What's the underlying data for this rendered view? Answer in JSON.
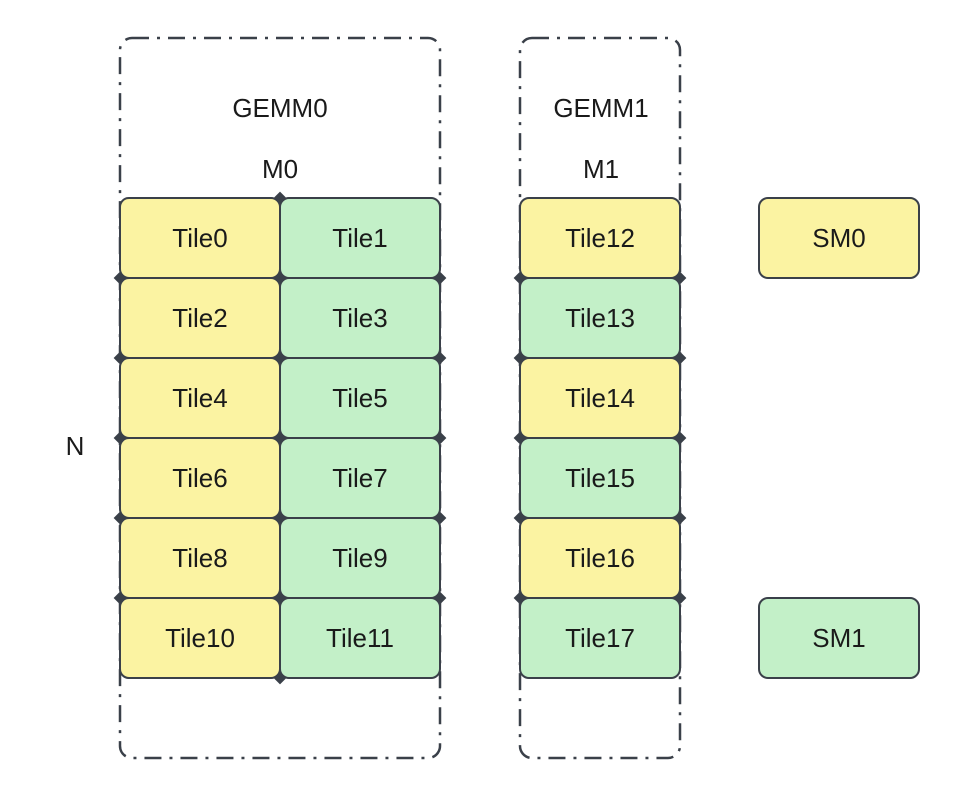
{
  "palette": {
    "yellow": "#FBF3A2",
    "green": "#C3F0C8",
    "stroke": "#3A4049",
    "text": "#1A1A1A",
    "background": "#FFFFFF"
  },
  "n_axis_label": "N",
  "gemm0": {
    "title": "GEMM0",
    "dim_label": "M0",
    "tiles": [
      {
        "label": "Tile0",
        "color": "yellow"
      },
      {
        "label": "Tile1",
        "color": "green"
      },
      {
        "label": "Tile2",
        "color": "yellow"
      },
      {
        "label": "Tile3",
        "color": "green"
      },
      {
        "label": "Tile4",
        "color": "yellow"
      },
      {
        "label": "Tile5",
        "color": "green"
      },
      {
        "label": "Tile6",
        "color": "yellow"
      },
      {
        "label": "Tile7",
        "color": "green"
      },
      {
        "label": "Tile8",
        "color": "yellow"
      },
      {
        "label": "Tile9",
        "color": "green"
      },
      {
        "label": "Tile10",
        "color": "yellow"
      },
      {
        "label": "Tile11",
        "color": "green"
      }
    ]
  },
  "gemm1": {
    "title": "GEMM1",
    "dim_label": "M1",
    "tiles": [
      {
        "label": "Tile12",
        "color": "yellow"
      },
      {
        "label": "Tile13",
        "color": "green"
      },
      {
        "label": "Tile14",
        "color": "yellow"
      },
      {
        "label": "Tile15",
        "color": "green"
      },
      {
        "label": "Tile16",
        "color": "yellow"
      },
      {
        "label": "Tile17",
        "color": "green"
      }
    ]
  },
  "sm_boxes": [
    {
      "label": "SM0",
      "color": "yellow"
    },
    {
      "label": "SM1",
      "color": "green"
    }
  ]
}
